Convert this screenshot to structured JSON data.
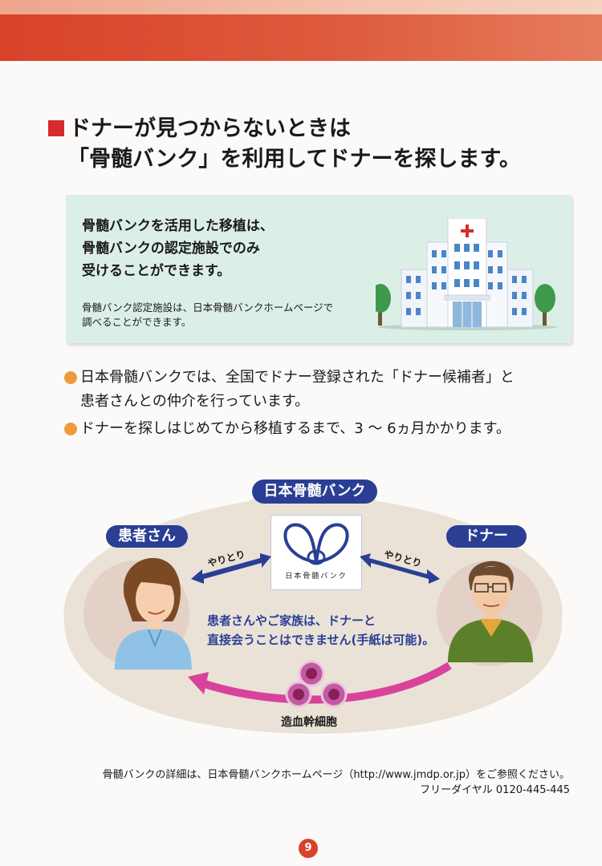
{
  "heading": {
    "line1": "ドナーが見つからないときは",
    "line2": "「骨髄バンク」を利用してドナーを探します。"
  },
  "infobox": {
    "main_lines": [
      "骨髄バンクを活用した移植は、",
      "骨髄バンクの認定施設でのみ",
      "受けることができます。"
    ],
    "sub_lines": [
      "骨髄バンク認定施設は、日本骨髄バンクホームページで",
      "調べることができます。"
    ]
  },
  "bullets": [
    {
      "lines": [
        "日本骨髄バンクでは、全国でドナー登録された「ドナー候補者」と",
        "患者さんとの仲介を行っています。"
      ]
    },
    {
      "lines": [
        "ドナーを探しはじめてから移植するまで、3 ～ 6ヵ月かかります。"
      ]
    }
  ],
  "diagram": {
    "center_label": "日本骨髄バンク",
    "logo_text": "日本骨髄バンク",
    "patient_label": "患者さん",
    "donor_label": "ドナー",
    "exchange_left": "やりとり",
    "exchange_right": "やりとり",
    "note_lines": [
      "患者さんやご家族は、ドナーと",
      "直接会うことはできません(手紙は可能)。"
    ],
    "cells_label": "造血幹細胞"
  },
  "footer": {
    "line1": "骨髄バンクの詳細は、日本骨髄バンクホームページ（http://www.jmdp.or.jp）をご参照ください。",
    "line2": "フリーダイヤル 0120-445-445"
  },
  "page_number": "9",
  "colors": {
    "accent_red": "#d8432a",
    "navy": "#2a3f94",
    "bullet_orange": "#ef9a3a",
    "infobox_bg": "#dcefe7",
    "arrow_pink": "#d9429a"
  },
  "icons": [
    "red-square-icon",
    "hospital-icon",
    "orange-bullet-icon",
    "patient-illustration",
    "donor-illustration",
    "blood-cells-icon",
    "double-arrow-icon",
    "curved-arrow-icon",
    "jmdp-logo"
  ]
}
